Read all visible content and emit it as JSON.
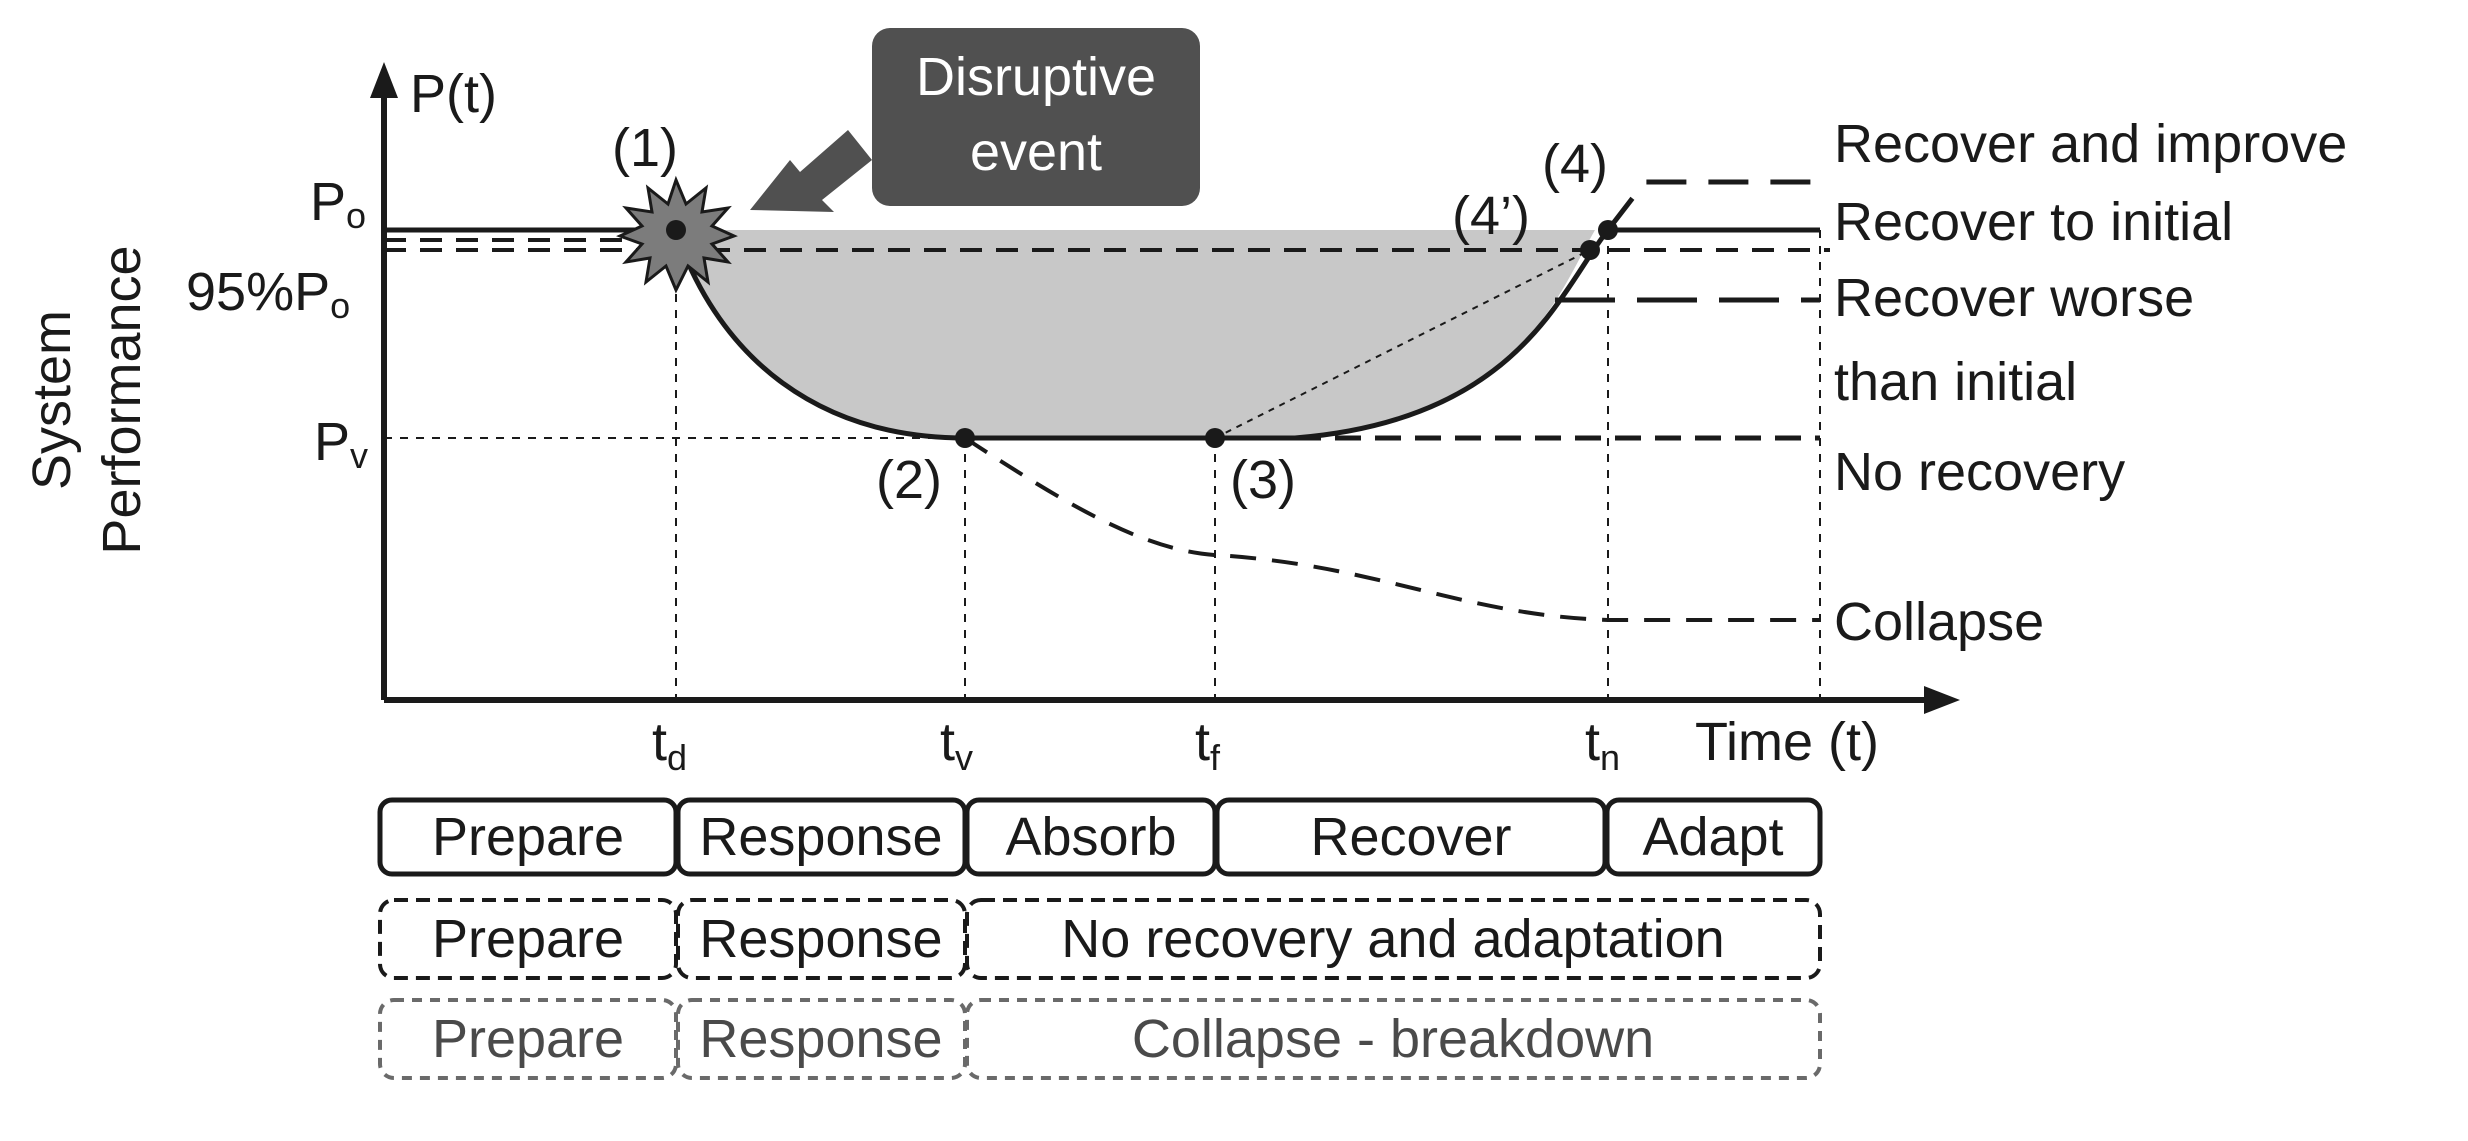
{
  "diagram": {
    "y_axis_label": "P(t)",
    "x_axis_label": "Time (t)",
    "side_label_line1": "System",
    "side_label_line2": "Performance",
    "levels": {
      "p0_main": "P",
      "p0_sub": "o",
      "p95_main": "95%P",
      "p95_sub": "o",
      "pv_main": "P",
      "pv_sub": "v"
    },
    "time_marks": [
      {
        "main": "t",
        "sub": "d"
      },
      {
        "main": "t",
        "sub": "v"
      },
      {
        "main": "t",
        "sub": "f"
      },
      {
        "main": "t",
        "sub": "n"
      }
    ],
    "points": {
      "p1": "(1)",
      "p2": "(2)",
      "p3": "(3)",
      "p4": "(4)",
      "p4prime": "(4’)"
    },
    "callout": {
      "line1": "Disruptive",
      "line2": "event",
      "fill_color": "#505050"
    },
    "outcomes": {
      "improve": "Recover and improve",
      "initial": "Recover to initial",
      "worse_line1": "Recover worse",
      "worse_line2": "than initial",
      "none": "No recovery",
      "collapse": "Collapse"
    },
    "phase_rows": [
      [
        "Prepare",
        "Response",
        "Absorb",
        "Recover",
        "Adapt"
      ],
      [
        "Prepare",
        "Response",
        "No recovery and adaptation"
      ],
      [
        "Prepare",
        "Response",
        "Collapse - breakdown"
      ]
    ],
    "colors": {
      "shade": "#c8c8c8",
      "line": "#1a1a1a"
    }
  }
}
